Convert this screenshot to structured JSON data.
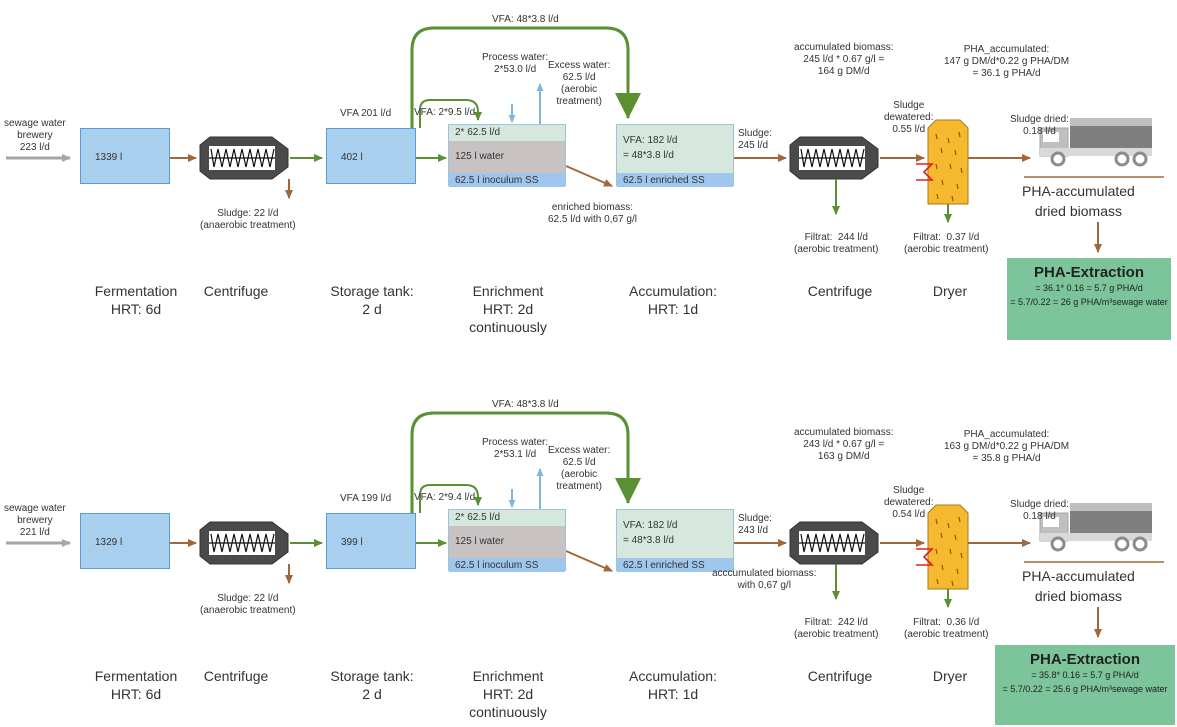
{
  "process_rows": [
    {
      "fermentation": {
        "input_label": "sewage water\nbrewery\n223 l/d",
        "tank_volume": "1339 l"
      },
      "centrifuge1": {
        "sludge_label": "Sludge: 22 l/d\n(anaerobic treatment)"
      },
      "storage": {
        "vfa_label": "VFA 201 l/d",
        "tank_volume": "402 l"
      },
      "enrichment": {
        "vfa_in": "VFA: 2*9.5 l/d",
        "process_water": "Process water:\n2*53.0 l/d",
        "excess_water": "Excess water:\n62.5 l/d\n(aerobic\ntreatment)",
        "seg_top": "2* 62.5 l/d",
        "seg_mid": "125 l water",
        "seg_bottom": "62.5 l inoculum SS",
        "biomass_out": "enriched biomass:\n62.5 l/d with 0,67 g/l"
      },
      "recycle_label": "VFA: 48*3.8 l/d",
      "accumulation": {
        "seg_top": "VFA: 182 l/d\n= 48*3.8 l/d",
        "seg_bottom": "62.5 l enriched SS",
        "sludge_label": "Sludge:\n245 l/d",
        "biomass_label": "accumulated biomass:\n245 l/d * 0.67 g/l =\n164 g DM/d"
      },
      "centrifuge2": {
        "filtrat": "Filtrat:  244 l/d\n(aerobic treatment)",
        "extra_label": ""
      },
      "dryer": {
        "dewatered": "Sludge\ndewatered:\n0.55 l/d",
        "filtrat": "Filtrat:  0.37 l/d\n(aerobic treatment)",
        "pha_label": "PHA_accumulated:\n147 g DM/d*0.22 g PHA/DM\n= 36.1 g PHA/d",
        "dried": "Sludge dried:\n0.18 l/d"
      },
      "pha_dried": "PHA-accumulated\ndried biomass",
      "extraction": {
        "title": "PHA-Extraction",
        "line1": "= 36.1* 0.16 = 5.7 g PHA/d",
        "line2": "= 5.7/0.22 = 26 g PHA/m³sewage water"
      },
      "stages": [
        "Fermentation\nHRT: 6d",
        "Centrifuge",
        "Storage tank:\n2 d",
        "Enrichment\nHRT: 2d\ncontinuously",
        "Accumulation:\nHRT: 1d",
        "Centrifuge",
        "Dryer"
      ]
    },
    {
      "fermentation": {
        "input_label": "sewage water\nbrewery\n221 l/d",
        "tank_volume": "1329 l"
      },
      "centrifuge1": {
        "sludge_label": "Sludge: 22 l/d\n(anaerobic treatment)"
      },
      "storage": {
        "vfa_label": "VFA 199 l/d",
        "tank_volume": "399 l"
      },
      "enrichment": {
        "vfa_in": "VFA: 2*9.4 l/d",
        "process_water": "Process water:\n2*53.1 l/d",
        "excess_water": "Excess water:\n62.5 l/d\n(aerobic\ntreatment)",
        "seg_top": "2* 62.5 l/d",
        "seg_mid": "125 l water",
        "seg_bottom": "62.5 l inoculum SS",
        "biomass_out": ""
      },
      "recycle_label": "VFA: 48*3.8 l/d",
      "accumulation": {
        "seg_top": "VFA: 182 l/d\n= 48*3.8 l/d",
        "seg_bottom": "62.5 l enriched SS",
        "sludge_label": "Sludge:\n243 l/d",
        "biomass_label": "accumulated biomass:\n243 l/d * 0.67 g/l =\n163 g DM/d"
      },
      "centrifuge2": {
        "filtrat": "Filtrat:  242 l/d\n(aerobic treatment)",
        "extra_label": "acccumulated biomass:\nwith 0,67 g/l"
      },
      "dryer": {
        "dewatered": "Sludge\ndewatered:\n0.54 l/d",
        "filtrat": "Filtrat:  0.36 l/d\n(aerobic treatment)",
        "pha_label": "PHA_accumulated:\n163 g DM/d*0.22 g PHA/DM\n= 35.8 g PHA/d",
        "dried": "Sludge dried:\n0.18 l/d"
      },
      "pha_dried": "PHA-accumulated\ndried biomass",
      "extraction": {
        "title": "PHA-Extraction",
        "line1": "= 35.8* 0.16 = 5.7 g PHA/d",
        "line2": "= 5.7/0.22 = 25.6 g PHA/m³sewage water"
      },
      "stages": [
        "Fermentation\nHRT: 6d",
        "Centrifuge",
        "Storage tank:\n2 d",
        "Enrichment\nHRT: 2d\ncontinuously",
        "Accumulation:\nHRT: 1d",
        "Centrifuge",
        "Dryer"
      ]
    }
  ],
  "colors": {
    "arrow_brown": "#a0683a",
    "arrow_green": "#5a8f32",
    "arrow_gray": "#a6a6a6",
    "arrow_blue": "#7fb6de",
    "tank_fill": "#a9cfef",
    "reactor_top": "#d6e8de",
    "reactor_mid": "#c8c2c2",
    "reactor_bottom": "#9fc7ee",
    "extraction_fill": "#7cc49a",
    "dryer_fill": "#f5b82e"
  },
  "icons": [
    "centrifuge-icon",
    "dryer-icon",
    "truck-icon"
  ]
}
